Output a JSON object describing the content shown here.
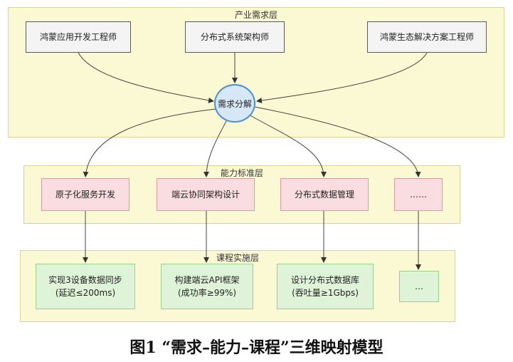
{
  "layers": {
    "industry": "产业需求层",
    "capability": "能力标准层",
    "course": "课程实施层"
  },
  "roles": [
    "鸿蒙应用开发工程师",
    "分布式系统架构师",
    "鸿蒙生态解决方案工程师"
  ],
  "hub": "需求分解",
  "capabilities": [
    "原子化服务开发",
    "端云协同架构设计",
    "分布式数据管理",
    "……"
  ],
  "courses": [
    {
      "line1": "实现3设备数据同步",
      "line2": "(延迟≤200ms)"
    },
    {
      "line1": "构建端云API框架",
      "line2": "(成功率≥99%)"
    },
    {
      "line1": "设计分布式数据库",
      "line2": "(吞吐量≥1Gbps)"
    },
    {
      "line1": "…",
      "line2": ""
    }
  ],
  "caption": "图1 “需求–能力–课程”三维映射模型",
  "colors": {
    "industry_layer": "#fbf8d4",
    "hub_fill": "#d6e8f7",
    "hub_border": "#4a8fd4",
    "capability_fill": "#f9dde0",
    "course_fill": "#dff3d8"
  }
}
